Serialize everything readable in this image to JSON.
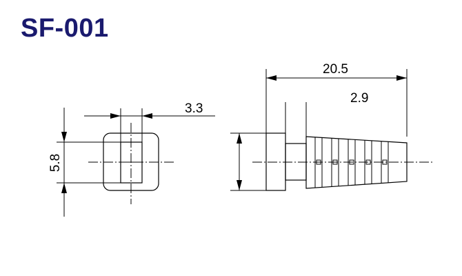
{
  "title": "SF-001",
  "colors": {
    "title": "#1a1a6e",
    "line": "#000000",
    "background": "#ffffff"
  },
  "dimensions": {
    "front_width": "3.3",
    "front_height": "5.8",
    "side_length": "20.5",
    "side_offset": "2.9"
  }
}
